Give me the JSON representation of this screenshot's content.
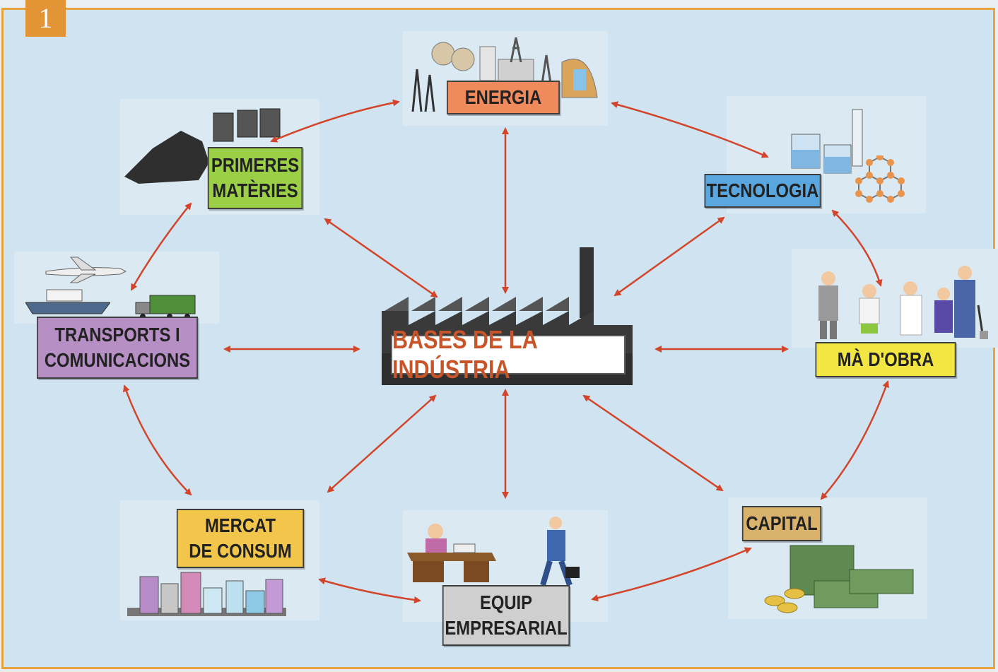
{
  "figure": {
    "number": "1"
  },
  "center": {
    "label": "BASES DE LA INDÚSTRIA"
  },
  "nodes": {
    "energia": {
      "label": "ENERGIA"
    },
    "tecnologia": {
      "label": "TECNOLOGIA"
    },
    "primeres_materies": {
      "label": "PRIMERES\nMATÈRIES"
    },
    "transports": {
      "label": "TRANSPORTS I\nCOMUNICACIONS"
    },
    "ma_obra": {
      "label": "MÀ D'OBRA"
    },
    "mercat": {
      "label": "MERCAT\nDE CONSUM"
    },
    "equip": {
      "label": "EQUIP\nEMPRESARIAL"
    },
    "capital": {
      "label": "CAPITAL"
    }
  },
  "colors": {
    "frame": "#e8a33d",
    "background": "#cfe3f0",
    "arrow": "#d2452a",
    "center_text": "#c8552a",
    "energia": "#ee8a5c",
    "tecnologia": "#5aa7e0",
    "primeres_materies": "#9bcf45",
    "transports": "#b68fc4",
    "ma_obra": "#f2e642",
    "mercat": "#f2c64a",
    "equip": "#cfcfcf",
    "capital": "#d9b26c"
  },
  "icons": [
    "factory-icon",
    "power-plant-icon",
    "oil-pump-icon",
    "coal-barrels-icon",
    "lab-glassware-icon",
    "molecule-icon",
    "airplane-icon",
    "ship-icon",
    "truck-icon",
    "workers-icon",
    "buildings-icon",
    "office-desk-icon",
    "businessman-icon",
    "money-stacks-icon",
    "coins-icon"
  ]
}
